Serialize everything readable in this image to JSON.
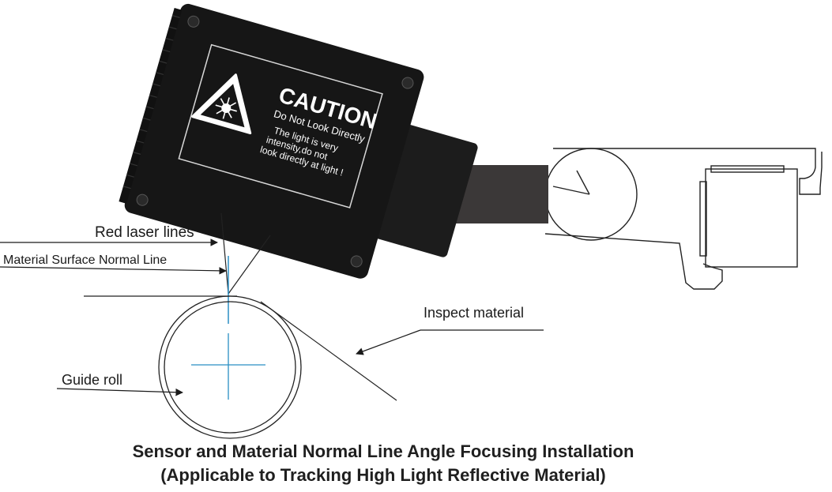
{
  "labels": {
    "red_laser_lines": "Red laser lines",
    "material_surface_normal_line": "Material Surface Normal Line",
    "inspect_material": "Inspect material",
    "guide_roll": "Guide roll"
  },
  "sensor": {
    "caution_title": "CAUTION",
    "caution_subtitle": "Do Not Look Directly",
    "caution_line_1": "The light is very",
    "caution_line_2": "intensity,do not",
    "caution_line_3": "look directly at light !"
  },
  "caption": {
    "line_1": "Sensor and Material Normal Line Angle Focusing Installation",
    "line_2": "(Applicable to Tracking High Light Reflective Material)"
  },
  "colors": {
    "sensor_body": "#161616",
    "label_plate_border": "#d8d8d8",
    "mount_block": "#3b3838",
    "normal_line": "#2a8fc4",
    "outline": "#222222"
  }
}
